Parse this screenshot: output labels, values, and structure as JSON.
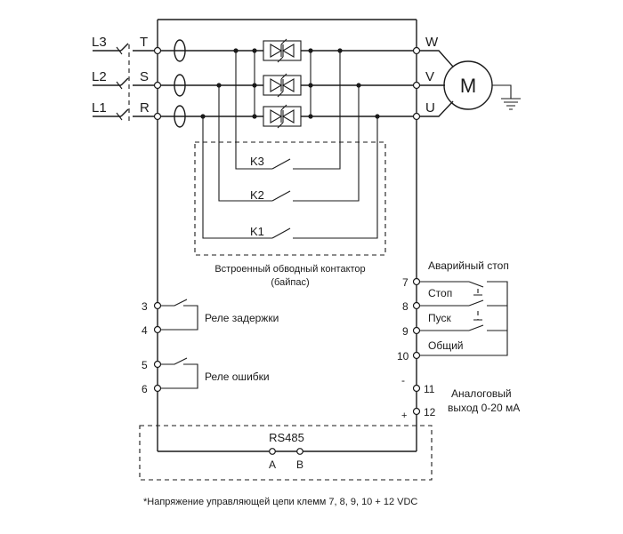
{
  "lines": {
    "l3": "L3",
    "l2": "L2",
    "l1": "L1"
  },
  "inputs": {
    "t": "T",
    "s": "S",
    "r": "R"
  },
  "outputs": {
    "w": "W",
    "v": "V",
    "u": "U"
  },
  "motor": "M",
  "contactors": {
    "k3": "K3",
    "k2": "K2",
    "k1": "K1"
  },
  "bypass_caption": {
    "line1": "Встроенный обводный контактор",
    "line2": "(байпас)"
  },
  "relays": {
    "t3": "3",
    "t4": "4",
    "delay_label": "Реле задержки",
    "t5": "5",
    "t6": "6",
    "fault_label": "Реле ошибки"
  },
  "control": {
    "emergency_stop": "Аварийный стоп",
    "stop": "Стоп",
    "start": "Пуск",
    "common": "Общий",
    "t7": "7",
    "t8": "8",
    "t9": "9",
    "t10": "10"
  },
  "analog": {
    "t11": "11",
    "t12": "12",
    "minus": "-",
    "plus": "+",
    "label1": "Аналоговый",
    "label2": "выход 0-20 мА"
  },
  "rs485": {
    "title": "RS485",
    "a": "A",
    "b": "B"
  },
  "footnote": "*Напряжение управляющей цепи клемм 7, 8, 9, 10 + 12 VDC"
}
